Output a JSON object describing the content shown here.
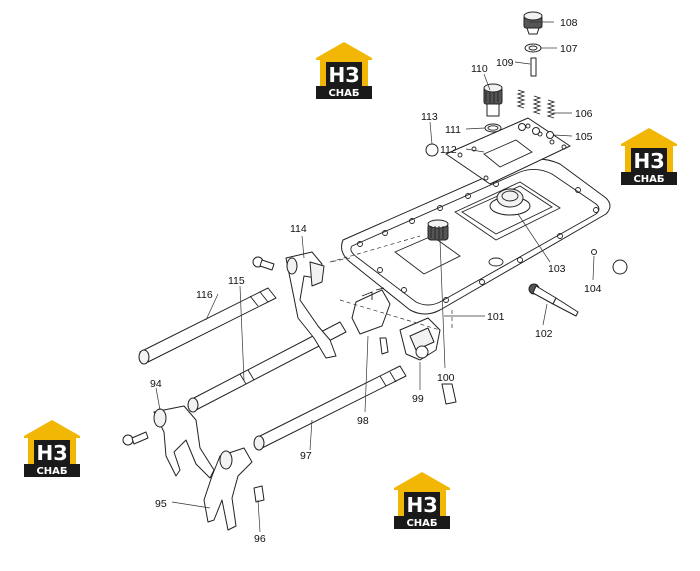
{
  "logo": {
    "mark": "НЗ",
    "caption": "СНАБ",
    "colors": {
      "roof": "#f2b705",
      "body": "#1a1a1a",
      "text": "#ffffff"
    }
  },
  "callouts": {
    "c94": "94",
    "c95": "95",
    "c96": "96",
    "c97": "97",
    "c98": "98",
    "c99": "99",
    "c100": "100",
    "c101": "101",
    "c102": "102",
    "c103": "103",
    "c104": "104",
    "c105": "105",
    "c106": "106",
    "c107": "107",
    "c108": "108",
    "c109": "109",
    "c110": "110",
    "c111": "111",
    "c112": "112",
    "c113": "113",
    "c114": "114",
    "c115": "115",
    "c116": "116"
  }
}
